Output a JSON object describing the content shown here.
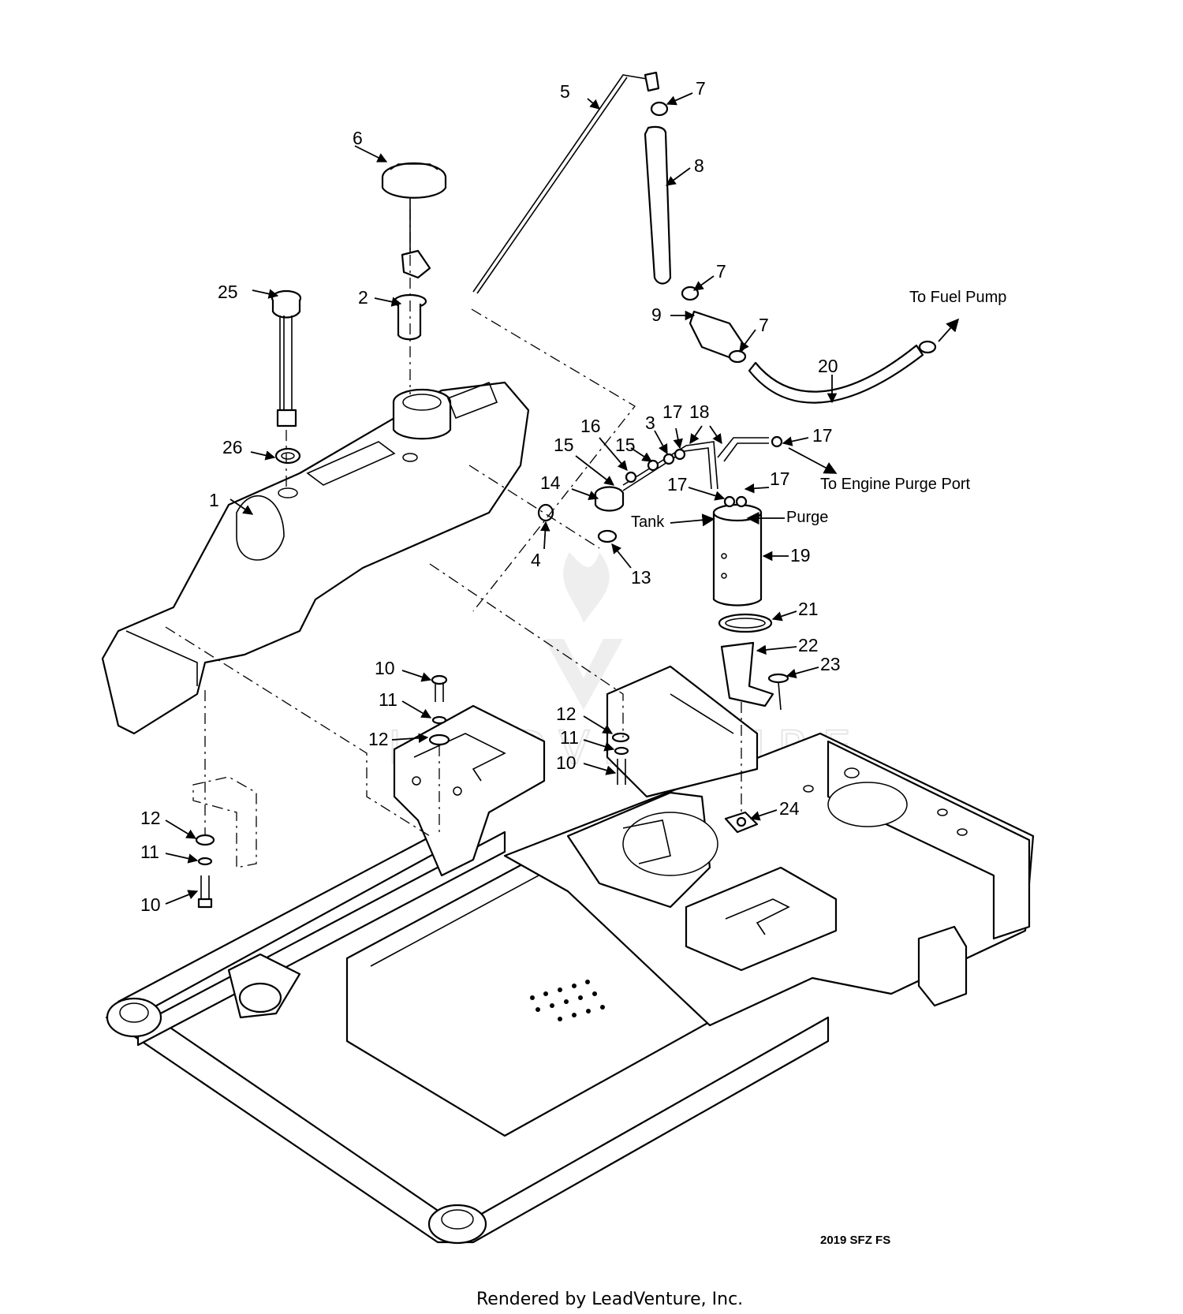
{
  "callouts": {
    "c1": "1",
    "c2": "2",
    "c3": "3",
    "c4": "4",
    "c5": "5",
    "c6": "6",
    "c7": "7",
    "c8": "8",
    "c9": "9",
    "c10": "10",
    "c11": "11",
    "c12": "12",
    "c13": "13",
    "c14": "14",
    "c15": "15",
    "c16": "16",
    "c17": "17",
    "c18": "18",
    "c19": "19",
    "c20": "20",
    "c21": "21",
    "c22": "22",
    "c23": "23",
    "c24": "24",
    "c25": "25",
    "c26": "26"
  },
  "notes": {
    "to_fuel_pump": "To Fuel Pump",
    "to_engine_purge_port": "To Engine Purge Port",
    "tank": "Tank",
    "purge": "Purge"
  },
  "diagram_code": "2019 SFZ FS",
  "watermark": "LEADVENTURE",
  "footer": "Rendered by LeadVenture, Inc."
}
